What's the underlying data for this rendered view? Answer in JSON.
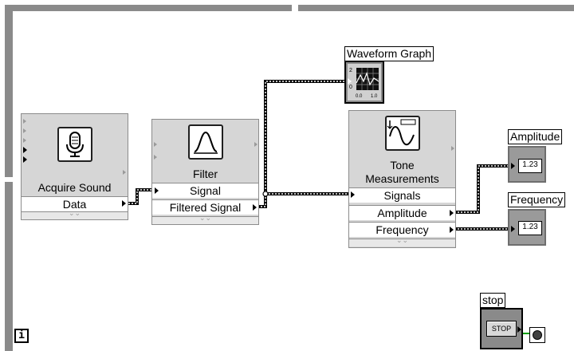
{
  "loop": {
    "iteration_terminal": "i"
  },
  "nodes": {
    "acquire_sound": {
      "title": "Acquire Sound",
      "terminals": [
        "Data"
      ]
    },
    "filter": {
      "title": "Filter",
      "terminals": [
        "Signal",
        "Filtered Signal"
      ]
    },
    "tone_measurements": {
      "title_line1": "Tone",
      "title_line2": "Measurements",
      "terminals": [
        "Signals",
        "Amplitude",
        "Frequency"
      ]
    }
  },
  "indicators": {
    "waveform_graph": {
      "label": "Waveform Graph",
      "axis_y_top": "2",
      "axis_y_bottom": "0",
      "axis_x_left": "0.0",
      "axis_x_right": "1.0"
    },
    "amplitude": {
      "label": "Amplitude",
      "display": "1.23"
    },
    "frequency": {
      "label": "Frequency",
      "display": "1.23"
    }
  },
  "controls": {
    "stop": {
      "label": "stop",
      "button_text": "STOP"
    }
  },
  "colors": {
    "loop_border": "#8a8a8a",
    "node_bg": "#d6d6d6",
    "wire": "#000000",
    "indicator_bg": "#9a9a9a"
  }
}
